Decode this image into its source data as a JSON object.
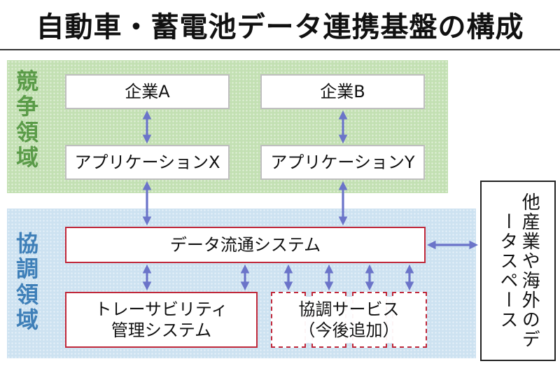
{
  "title": "自動車・蓄電池データ連携基盤の構成",
  "zones": {
    "competition": {
      "label": [
        "競",
        "争",
        "領",
        "域"
      ]
    },
    "cooperation": {
      "label": [
        "協",
        "調",
        "領",
        "域"
      ]
    }
  },
  "boxes": {
    "company_a": "企業A",
    "company_b": "企業B",
    "app_x": "アプリケーションX",
    "app_y": "アプリケーションY",
    "data_system": "データ流通システム",
    "traceability": [
      "トレーサビリティ",
      "管理システム"
    ],
    "coop_service": [
      "協調サービス",
      "（今後追加）"
    ],
    "other_industries": "他産業や海外のデータスペース"
  },
  "colors": {
    "competition_zone": "#c3e0b3",
    "cooperation_zone": "#cde2f1",
    "competition_label": "#5a9b48",
    "cooperation_label": "#3e7fb8",
    "arrow": "#6b74c9",
    "box_border_red": "#c0283a"
  }
}
